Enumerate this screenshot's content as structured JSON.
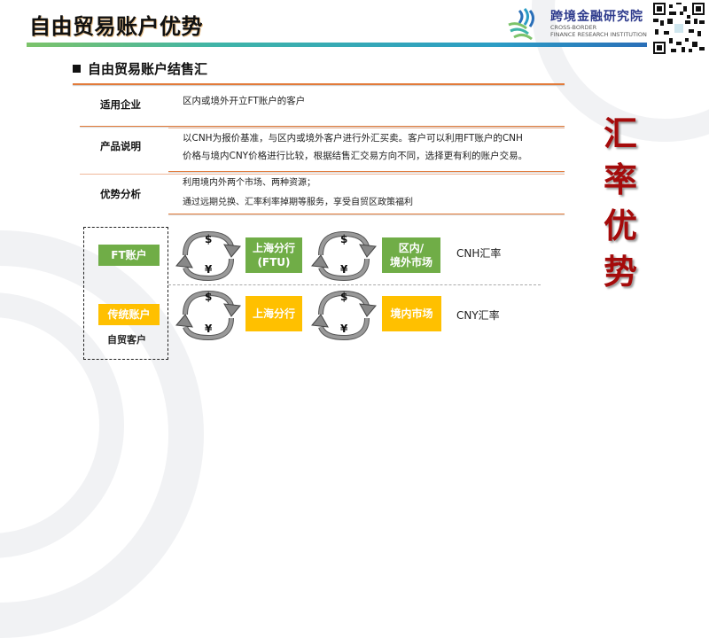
{
  "header": {
    "title": "自由贸易账户优势",
    "org_name_cn": "跨境金融研究院",
    "org_name_en_line1": "CROSS-BORDER",
    "org_name_en_line2": "FINANCE RESEARCH INSTITUTION"
  },
  "section": {
    "title": "自由贸易账户结售汇"
  },
  "table": {
    "rows": [
      {
        "label": "适用企业",
        "lines": [
          "区内或境外开立FT账户的客户"
        ]
      },
      {
        "label": "产品说明",
        "lines": [
          "以CNH为报价基准，与区内或境外客户进行外汇买卖。客户可以利用FT账户的CNH",
          "价格与境内CNY价格进行比较，根据结售汇交易方向不同，选择更有利的账户交易。"
        ]
      },
      {
        "label": "优势分析",
        "lines": [
          "利用境内外两个市场、两种资源；",
          "通过远期兑换、汇率利率掉期等服务，享受自贸区政策福利"
        ]
      }
    ]
  },
  "diagram": {
    "client_label": "自贸客户",
    "currency_top": "$",
    "currency_bottom": "¥",
    "flows": [
      {
        "account": "FT账户",
        "bank_line1": "上海分行",
        "bank_line2": "(FTU)",
        "market_line1": "区内/",
        "market_line2": "境外市场",
        "rate": "CNH汇率",
        "color": "#70ad47"
      },
      {
        "account": "传统账户",
        "bank_line1": "上海分行",
        "bank_line2": "",
        "market_line1": "境内市场",
        "market_line2": "",
        "rate": "CNY汇率",
        "color": "#ffc000"
      }
    ]
  },
  "side_title": [
    "汇",
    "率",
    "优",
    "势"
  ],
  "colors": {
    "accent_orange": "#e27b3a",
    "green": "#70ad47",
    "yellow": "#ffc000",
    "dark_red": "#a50b0b"
  }
}
